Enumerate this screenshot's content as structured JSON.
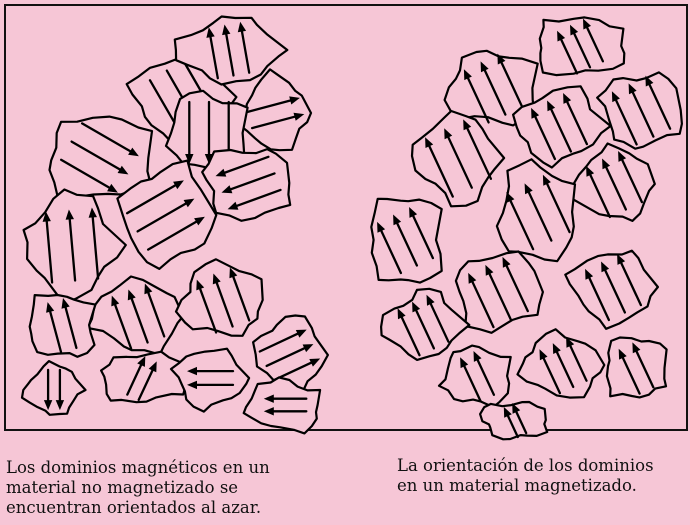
{
  "captions": {
    "left": "Los dominios magnéticos en un\nmaterial no magnetizado se\nencuentran orientados al azar.",
    "right": "La orientación de los dominios\nen un material magnetizado."
  },
  "panels": [
    {
      "state": "no magnetizado",
      "domains": [
        {
          "id": "L1",
          "arrow_deg": 60
        },
        {
          "id": "L2",
          "arrow_deg": -100
        },
        {
          "id": "L3",
          "arrow_deg": -15
        },
        {
          "id": "L4",
          "arrow_deg": 90
        },
        {
          "id": "L5",
          "arrow_deg": 30
        },
        {
          "id": "L6",
          "arrow_deg": 160
        },
        {
          "id": "L7",
          "arrow_deg": -30
        },
        {
          "id": "L8",
          "arrow_deg": -95
        },
        {
          "id": "L9",
          "arrow_deg": -110
        },
        {
          "id": "L10",
          "arrow_deg": -110
        },
        {
          "id": "L11",
          "arrow_deg": -105
        },
        {
          "id": "L12",
          "arrow_deg": -65
        },
        {
          "id": "L13",
          "arrow_deg": 180
        },
        {
          "id": "L14",
          "arrow_deg": -25
        },
        {
          "id": "L15",
          "arrow_deg": 90
        },
        {
          "id": "L16",
          "arrow_deg": 180
        }
      ]
    },
    {
      "state": "magnetizado",
      "domains": [
        {
          "id": "R1",
          "arrow_deg": -115
        },
        {
          "id": "R2",
          "arrow_deg": -115
        },
        {
          "id": "R3",
          "arrow_deg": -115
        },
        {
          "id": "R4",
          "arrow_deg": -115
        },
        {
          "id": "R5",
          "arrow_deg": -115
        },
        {
          "id": "R6",
          "arrow_deg": -115
        },
        {
          "id": "R7",
          "arrow_deg": -115
        },
        {
          "id": "R8",
          "arrow_deg": -115
        },
        {
          "id": "R9",
          "arrow_deg": -115
        },
        {
          "id": "R10",
          "arrow_deg": -115
        },
        {
          "id": "R11",
          "arrow_deg": -115
        },
        {
          "id": "R12",
          "arrow_deg": -115
        },
        {
          "id": "R13",
          "arrow_deg": -115
        },
        {
          "id": "R14",
          "arrow_deg": -115
        },
        {
          "id": "R15",
          "arrow_deg": -115
        }
      ]
    }
  ]
}
